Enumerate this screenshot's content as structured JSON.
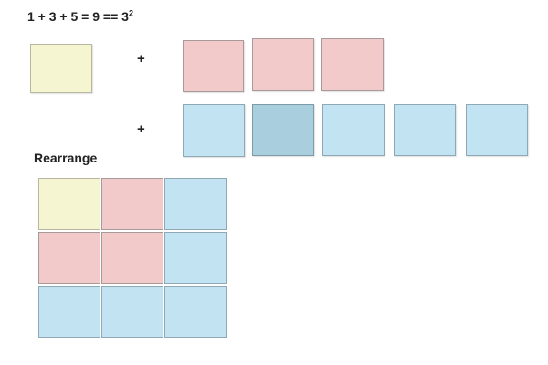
{
  "equation": {
    "expression": "1 + 3 + 5 = 9 == 3",
    "exponent": "2"
  },
  "operators": {
    "plus_1": "+",
    "plus_2": "+"
  },
  "rearrange_heading": "Rearrange",
  "colors": {
    "yellow": "#f5f5d2",
    "pink": "#f3caca",
    "blue": "#c2e3f1",
    "blue_dark": "#a9cfdf"
  }
}
